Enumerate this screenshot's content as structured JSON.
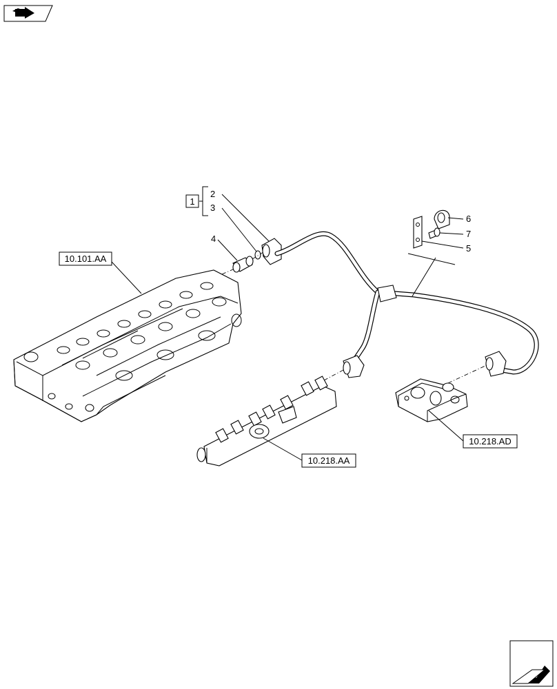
{
  "diagram": {
    "callouts": {
      "kit": "1",
      "item2": "2",
      "item3": "3",
      "item4": "4",
      "item5": "5",
      "item6": "6",
      "item7": "7"
    },
    "references": {
      "cylinder_head": "10.101.AA",
      "fuel_rail": "10.218.AA",
      "pump": "10.218.AD"
    },
    "icons": {
      "top_left": "prev-page-arrow-icon",
      "bottom_right": "next-page-arrow-icon"
    }
  }
}
